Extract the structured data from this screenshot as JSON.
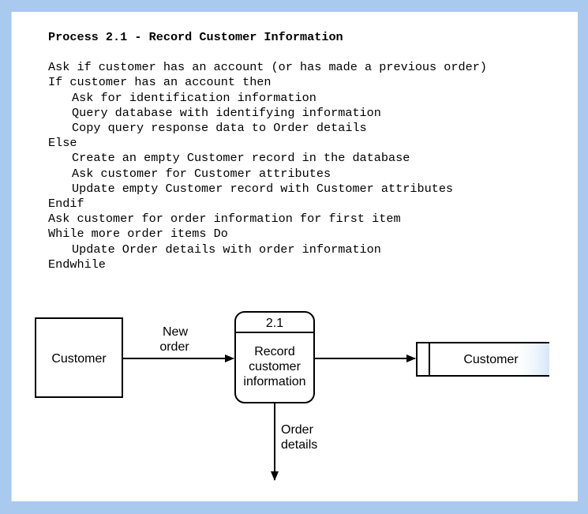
{
  "process": {
    "title": "Process 2.1 - Record Customer Information",
    "lines": [
      {
        "indent": 0,
        "text": "Ask if customer has an account (or has made a previous order)"
      },
      {
        "indent": 0,
        "text": "If customer has an account then"
      },
      {
        "indent": 1,
        "text": "Ask for identification information"
      },
      {
        "indent": 1,
        "text": "Query database with identifying information"
      },
      {
        "indent": 1,
        "text": "Copy query response data to Order details"
      },
      {
        "indent": 0,
        "text": "Else"
      },
      {
        "indent": 1,
        "text": "Create an empty Customer record in the database"
      },
      {
        "indent": 1,
        "text": "Ask customer for Customer attributes"
      },
      {
        "indent": 1,
        "text": "Update empty Customer record with Customer attributes"
      },
      {
        "indent": 0,
        "text": "Endif"
      },
      {
        "indent": 0,
        "text": "Ask customer for order information for first item"
      },
      {
        "indent": 0,
        "text": "While more order items Do"
      },
      {
        "indent": 1,
        "text": "Update Order details with order information"
      },
      {
        "indent": 0,
        "text": "Endwhile"
      }
    ]
  },
  "diagram": {
    "external_entity": {
      "label": "Customer"
    },
    "process_box": {
      "number": "2.1",
      "label": [
        "Record",
        "customer",
        "information"
      ]
    },
    "data_store": {
      "label": "Customer"
    },
    "flows": {
      "input": [
        "New",
        "order"
      ],
      "output": [
        "Order",
        "details"
      ]
    },
    "colors": {
      "stroke": "#000000",
      "background": "#a9c9ee"
    }
  }
}
